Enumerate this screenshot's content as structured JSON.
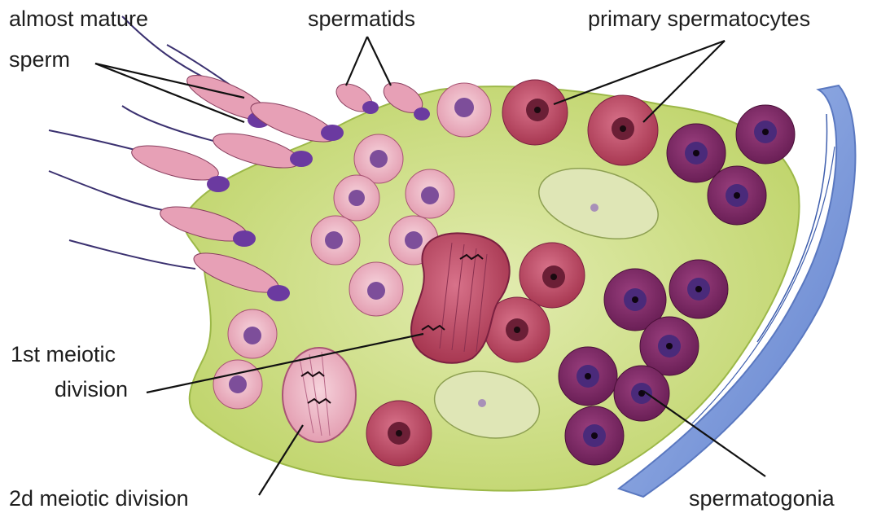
{
  "labels": {
    "almost_mature_line1": "almost mature",
    "almost_mature_line2": "sperm",
    "spermatids": "spermatids",
    "primary_spermatocytes": "primary spermatocytes",
    "first_meiotic_line1": "1st meiotic",
    "first_meiotic_line2": "division",
    "second_meiotic": "2d meiotic division",
    "spermatogonia": "spermatogonia"
  },
  "colors": {
    "sertoli_cytoplasm": "#c9dc7a",
    "spermatocyte": "#b8445e",
    "spermatogonia": "#7a2a66",
    "spermatid": "#e8a6b8",
    "nucleus": "#7d4e9a",
    "basement_membrane": "#7f9fdc",
    "leader_line": "#111111"
  }
}
